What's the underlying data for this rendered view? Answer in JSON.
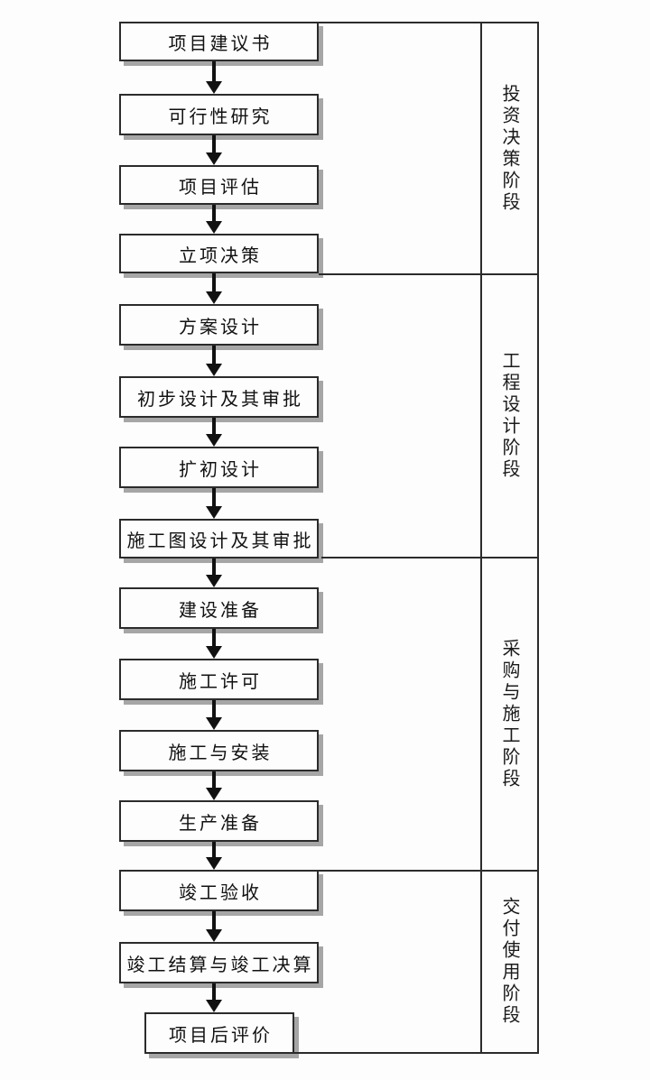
{
  "flowchart": {
    "steps": [
      {
        "label": "项目建议书"
      },
      {
        "label": "可行性研究"
      },
      {
        "label": "项目评估"
      },
      {
        "label": "立项决策"
      },
      {
        "label": "方案设计"
      },
      {
        "label": "初步设计及其审批"
      },
      {
        "label": "扩初设计"
      },
      {
        "label": "施工图设计及其审批"
      },
      {
        "label": "建设准备"
      },
      {
        "label": "施工许可"
      },
      {
        "label": "施工与安装"
      },
      {
        "label": "生产准备"
      },
      {
        "label": "竣工验收"
      },
      {
        "label": "竣工结算与竣工决算"
      },
      {
        "label": "项目后评价"
      }
    ]
  },
  "phases": [
    {
      "label": "投资决策阶段"
    },
    {
      "label": "工程设计阶段"
    },
    {
      "label": "采购与施工阶段"
    },
    {
      "label": "交付使用阶段"
    }
  ],
  "colors": {
    "background": "#fdfdfd",
    "line": "#2b2b2b",
    "box_shadow": "#a6a6a6",
    "text": "#111111"
  }
}
